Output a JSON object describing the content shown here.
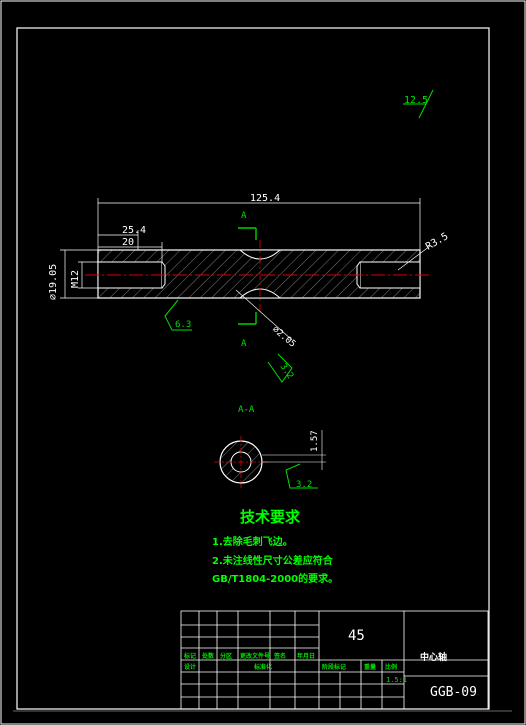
{
  "colors": {
    "background": "#000000",
    "frame": "#ffffff",
    "dimension": "#ffffff",
    "annotation": "#00e000",
    "centerline": "#e00000",
    "hatch": "#ffffff",
    "cut_marker": "#00d000"
  },
  "drawing": {
    "roughness_top": "12.5",
    "dim_overall_length": "125.4",
    "dim_counterbore_depth": "25.4",
    "dim_bore_depth": "20",
    "dim_outer_diameter": "⌀19.05",
    "dim_thread": "M12",
    "dim_chamfer": "R3.5",
    "roughness_left": "6.3",
    "dim_groove": "⌀2.05",
    "roughness_groove": "3.2",
    "section_mark_top": "A",
    "section_mark_bottom": "A",
    "section_title": "A-A",
    "section_dim": "1.57",
    "section_roughness": "3.2"
  },
  "notes": {
    "title": "技术要求",
    "line1": "1.去除毛刺飞边。",
    "line2": "2.未注线性尺寸公差应符合",
    "line3": "GB/T1804-2000的要求。"
  },
  "title_block": {
    "material": "45",
    "part_name": "中心轴",
    "drawing_no": "GGB-09",
    "scale": "1.5:1",
    "cell_labels": [
      "标记",
      "处数",
      "分区",
      "更改文件号",
      "签名",
      "年月日"
    ],
    "cell_labels2": [
      "设计",
      "标准化",
      "阶段标记",
      "重量",
      "比例"
    ]
  }
}
